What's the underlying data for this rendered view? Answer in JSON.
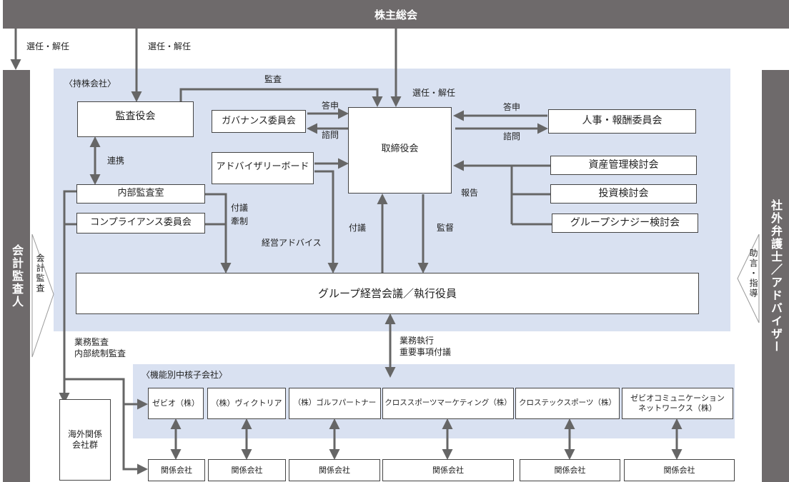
{
  "top_band": "株主総会",
  "left_band": "会計監査人",
  "right_band": "社外弁護士／アドバイザー",
  "left_chevron": "会計監査",
  "right_chevron": "助言・指導",
  "holding_label": "〈持株会社〉",
  "core_label": "〈機能別中核子会社〉",
  "boxes": {
    "audit_board": "監査役会",
    "governance": "ガバナンス委員会",
    "advisory": "アドバイザリーボード",
    "board": "取締役会",
    "personnel": "人事・報酬委員会",
    "asset": "資産管理検討会",
    "investment": "投資検討会",
    "synergy": "グループシナジー検討会",
    "internal_audit": "内部監査室",
    "compliance": "コンプライアンス委員会",
    "mgmt": "グループ経営会議／執行役員",
    "overseas": "海外関係\n会社群"
  },
  "subsidiaries": [
    "ゼビオ（株）",
    "（株）ヴィクトリア",
    "（株）ゴルフパートナー",
    "クロススポーツマーケティング（株）",
    "クロステックスポーツ（株）",
    "ゼビオコミュニケーション\nネットワークス（株）"
  ],
  "affiliate": "関係会社",
  "labels": {
    "elect1": "選任・解任",
    "elect2": "選任・解任",
    "elect3": "選任・解任",
    "kansa_top": "監査",
    "toushin1": "答申",
    "shimon1": "諮問",
    "toushin2": "答申",
    "shimon2": "諮問",
    "renkei": "連携",
    "fugi_teisei": "付議\n牽制",
    "keiei_advice": "経営アドバイス",
    "fugi": "付議",
    "kantoku": "監督",
    "houkoku": "報告",
    "gyomu_kansa": "業務監査\n内部統制監査",
    "gyomu_shikkou": "業務執行\n重要事項付議"
  }
}
